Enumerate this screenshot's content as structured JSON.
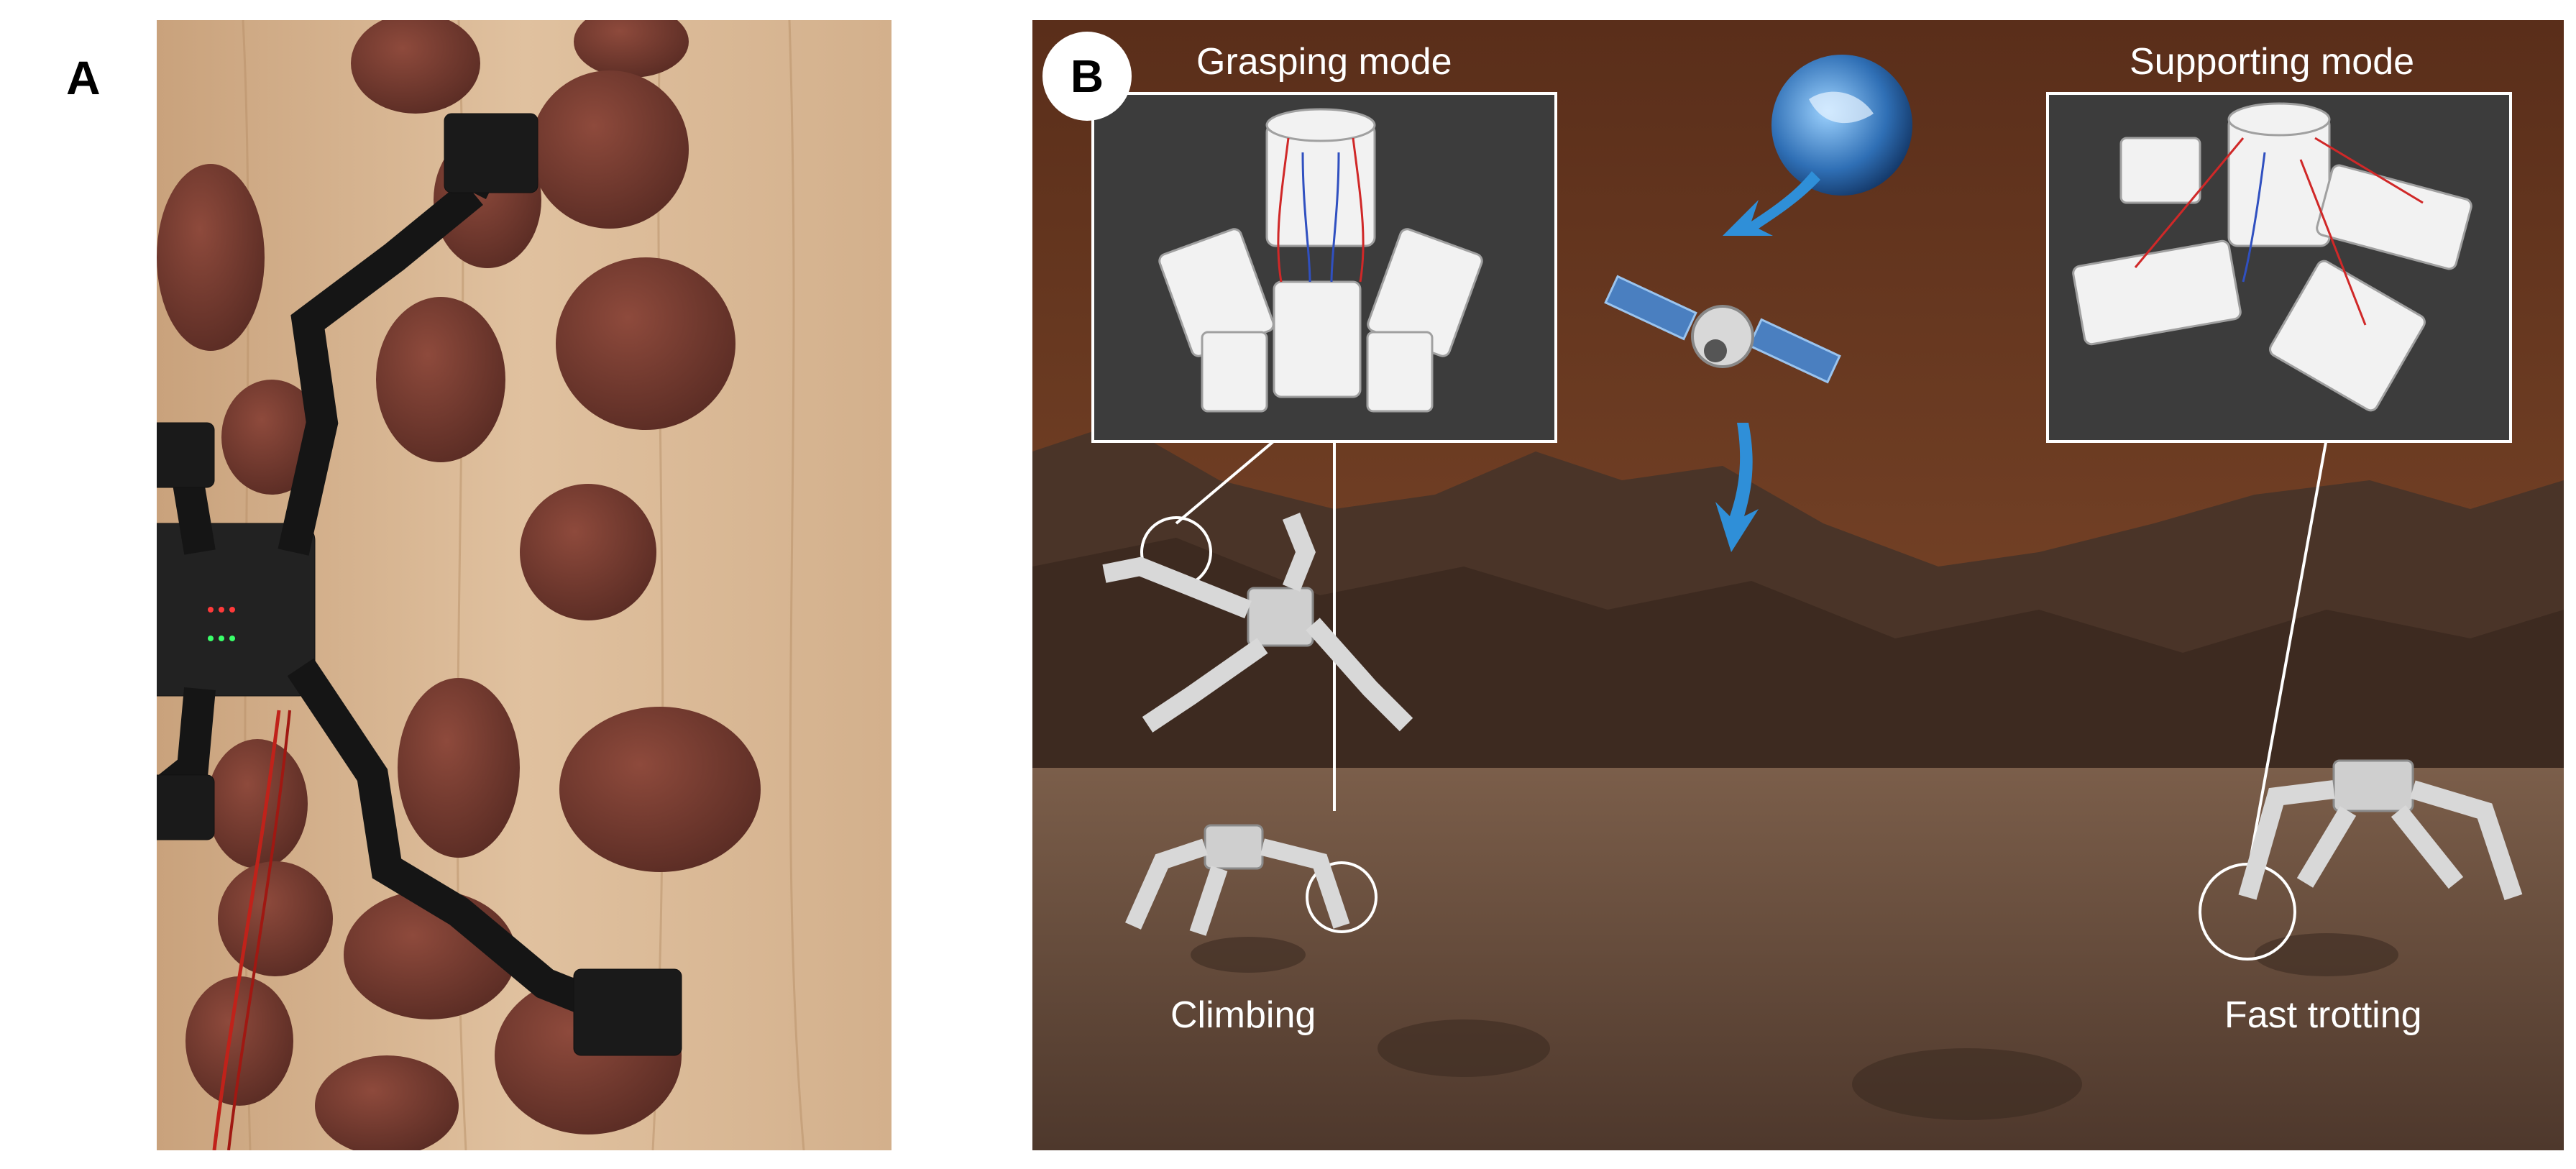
{
  "panel_a": {
    "letter": "A"
  },
  "panel_b": {
    "letter": "B",
    "captions": {
      "grasping_mode": "Grasping mode",
      "supporting_mode": "Supporting mode",
      "climbing": "Climbing",
      "fast_trotting": "Fast trotting"
    }
  },
  "colors": {
    "wood": "#d8b896",
    "rock": "#7a3e32",
    "robot_black": "#1a1a1a",
    "sky": "#6b3a22",
    "mountain": "#4a3428",
    "ground": "#6e5443",
    "inset_bg": "#3c3c3c",
    "arrow_blue": "#2f8fd8",
    "callout": "#ffffff"
  }
}
